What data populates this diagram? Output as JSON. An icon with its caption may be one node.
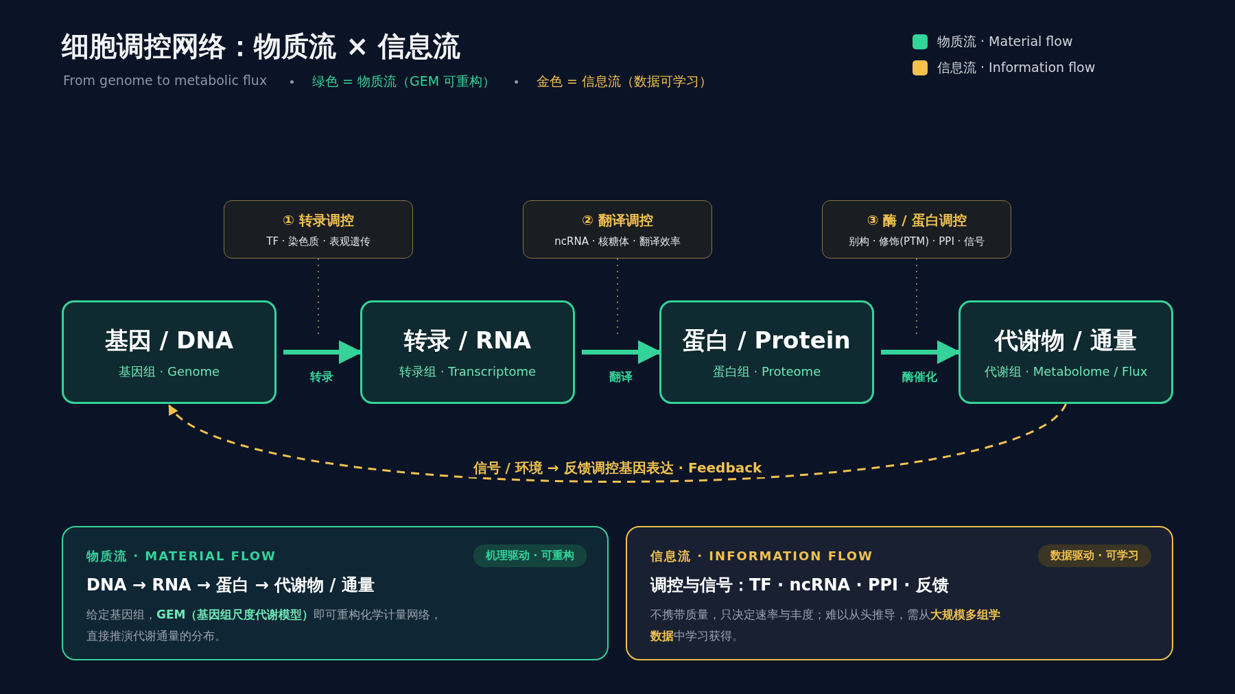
{
  "diagram": {
    "title": "细胞调控网络：物质流 × 信息流",
    "nodes": [
      {
        "text": [
          "基因 / DNA",
          "基因组 · Genome"
        ]
      },
      {
        "text": [
          "转录 / RNA",
          "转录组 · Transcriptome"
        ]
      },
      {
        "text": [
          "蛋白 / Protein",
          "蛋白组 · Proteome"
        ]
      },
      {
        "text": [
          "代谢物 / 通量",
          "代谢组 · Metabolome / Flux"
        ]
      },
      {
        "text": [
          "① 转录调控",
          "TF · 染色质 · 表观遗传"
        ]
      },
      {
        "text": [
          "② 翻译调控",
          "ncRNA · 核糖体 · 翻译效率"
        ]
      },
      {
        "text": [
          "③ 酶 / 蛋白调控",
          "别构 · 修饰(PTM) · PPI · 信号"
        ]
      },
      {
        "text": [
          "物质流 · MATERIAL FLOW",
          "DNA → RNA → 蛋白 → 代谢物 / 通量",
          "给定基因组，**GEM（基因组尺度代谢模型）**即可重构化学计量网络，直接推演代谢通量的分布。"
        ]
      },
      {
        "text": [
          "机理驱动 · 可重构"
        ],
        "in": 7
      },
      {
        "text": [
          "信息流 · INFORMATION FLOW",
          "调控与信号：TF · ncRNA · PPI · 反馈",
          "不携带质量，只决定速率与丰度；难以从头推导，需从**大规模多组学数据**中学习获得。"
        ]
      },
      {
        "text": [
          "数据驱动 · 可学习"
        ],
        "in": 9
      }
    ],
    "edges": [
      {
        "from": 0,
        "to": 1,
        "arrow": "to",
        "label": "转录",
        "style": "thick"
      },
      {
        "from": 1,
        "to": 2,
        "arrow": "to",
        "label": "翻译",
        "style": "thick"
      },
      {
        "from": 2,
        "to": 3,
        "arrow": "to",
        "label": "酶催化",
        "style": "thick"
      },
      {
        "from": 4,
        "to": null,
        "arrow": "none",
        "style": "dashed",
        "color": "#b59a5a"
      },
      {
        "from": 5,
        "to": null,
        "arrow": "none",
        "style": "dashed",
        "color": "#b59a5a"
      },
      {
        "from": 6,
        "to": null,
        "arrow": "none",
        "style": "dashed",
        "color": "#b59a5a"
      },
      {
        "from": 3,
        "to": 0,
        "arrow": "to",
        "label": "信号 / 环境 → 反馈调控基因表达 · Feedback",
        "style": "dashed",
        "color": "#f2c14e"
      }
    ],
    "labels": [
      "From genome to metabolic flux",
      "绿色 = 物质流（GEM 可重构）",
      "金色 = 信息流（数据可学习）"
    ],
    "legend": [
      {
        "text": "物质流 · Material flow",
        "color": "#34d399"
      },
      {
        "text": "信息流 · Information flow",
        "color": "#f2c14e"
      }
    ]
  }
}
